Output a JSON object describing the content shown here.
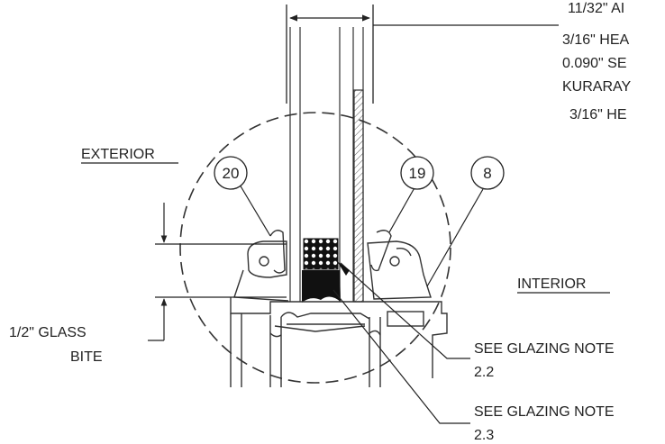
{
  "spec_lines": [
    "11/32\" AI",
    "3/16\" HEA",
    "0.090\" SE",
    "KURARAY",
    "3/16\" HE"
  ],
  "exterior_label": "EXTERIOR",
  "interior_label": "INTERIOR",
  "callouts": [
    "20",
    "19",
    "8"
  ],
  "glass_bite": {
    "line1": "1/2\" GLASS",
    "line2": "BITE"
  },
  "note_a": {
    "line1": "SEE GLAZING NOTE",
    "line2": "2.2"
  },
  "note_b": {
    "line1": "SEE GLAZING NOTE",
    "line2": "2.3"
  }
}
